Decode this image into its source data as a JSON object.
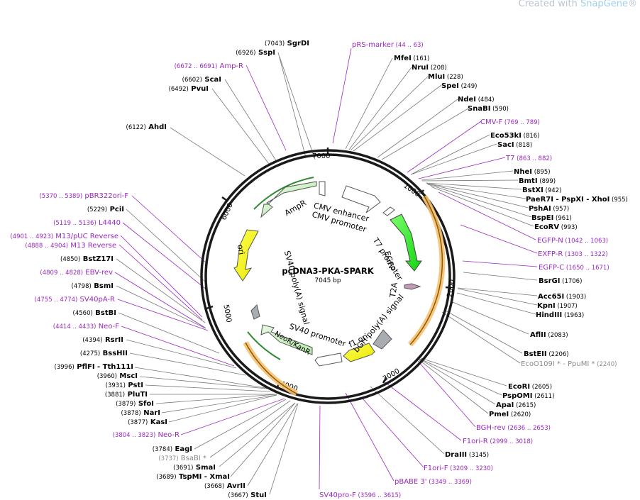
{
  "watermark": {
    "prefix": "Created with ",
    "brand": "SnapGene",
    "suffix": "®"
  },
  "plasmid": {
    "name": "pcDNA3-PKA-SPARK",
    "length_label": "7045 bp",
    "length": 7045
  },
  "colors": {
    "primer": "#9b27c2",
    "site": "#000000",
    "gray": "#8a8a8a",
    "backbone": "#1a1a1a",
    "orange": "#f0a12a"
  },
  "tick_labels": [
    "1000",
    "2000",
    "3000",
    "4000",
    "5000",
    "6000",
    "7000"
  ],
  "labels": [
    {
      "num": "(7043)",
      "name": "SgrDI",
      "range": "",
      "kind": "site"
    },
    {
      "num": "(6926)",
      "name": "SspI",
      "range": "",
      "kind": "site"
    },
    {
      "num": "",
      "name": "Amp-R",
      "range": "(6672 .. 6691)",
      "kind": "primer"
    },
    {
      "num": "(6602)",
      "name": "ScaI",
      "range": "",
      "kind": "site"
    },
    {
      "num": "(6492)",
      "name": "PvuI",
      "range": "",
      "kind": "site"
    },
    {
      "num": "(6122)",
      "name": "AhdI",
      "range": "",
      "kind": "site"
    },
    {
      "num": "",
      "name": "pBR322ori-F",
      "range": "(5370 .. 5389)",
      "kind": "primer"
    },
    {
      "num": "(5229)",
      "name": "PciI",
      "range": "",
      "kind": "site"
    },
    {
      "num": "",
      "name": "L4440",
      "range": "(5119 .. 5136)",
      "kind": "primer"
    },
    {
      "num": "",
      "name": "M13/pUC Reverse",
      "range": "(4901 .. 4923)",
      "kind": "primer"
    },
    {
      "num": "",
      "name": "M13 Reverse",
      "range": "(4888 .. 4904)",
      "kind": "primer"
    },
    {
      "num": "(4850)",
      "name": "BstZ17I",
      "range": "",
      "kind": "site"
    },
    {
      "num": "",
      "name": "EBV-rev",
      "range": "(4809 .. 4828)",
      "kind": "primer"
    },
    {
      "num": "(4798)",
      "name": "BsmI",
      "range": "",
      "kind": "site"
    },
    {
      "num": "",
      "name": "SV40pA-R",
      "range": "(4755 .. 4774)",
      "kind": "primer"
    },
    {
      "num": "(4560)",
      "name": "BstBI",
      "range": "",
      "kind": "site"
    },
    {
      "num": "",
      "name": "Neo-F",
      "range": "(4414 .. 4433)",
      "kind": "primer"
    },
    {
      "num": "(4394)",
      "name": "RsrII",
      "range": "",
      "kind": "site"
    },
    {
      "num": "(4275)",
      "name": "BssHII",
      "range": "",
      "kind": "site"
    },
    {
      "num": "(3996)",
      "name": "PflFI - Tth111I",
      "range": "",
      "kind": "site"
    },
    {
      "num": "(3960)",
      "name": "MscI",
      "range": "",
      "kind": "site"
    },
    {
      "num": "(3931)",
      "name": "PstI",
      "range": "",
      "kind": "site"
    },
    {
      "num": "(3881)",
      "name": "PluTI",
      "range": "",
      "kind": "site"
    },
    {
      "num": "(3879)",
      "name": "SfoI",
      "range": "",
      "kind": "site"
    },
    {
      "num": "(3878)",
      "name": "NarI",
      "range": "",
      "kind": "site"
    },
    {
      "num": "(3877)",
      "name": "KasI",
      "range": "",
      "kind": "site"
    },
    {
      "num": "",
      "name": "Neo-R",
      "range": "(3804 .. 3823)",
      "kind": "primer"
    },
    {
      "num": "(3784)",
      "name": "EagI",
      "range": "",
      "kind": "site"
    },
    {
      "num": "(3737)",
      "name": "BsaBI *",
      "range": "",
      "kind": "gray"
    },
    {
      "num": "(3691)",
      "name": "SmaI",
      "range": "",
      "kind": "site"
    },
    {
      "num": "(3689)",
      "name": "TspMI - XmaI",
      "range": "",
      "kind": "site"
    },
    {
      "num": "(3668)",
      "name": "AvrII",
      "range": "",
      "kind": "site"
    },
    {
      "num": "(3667)",
      "name": "StuI",
      "range": "",
      "kind": "site"
    },
    {
      "num": "",
      "name": "SV40pro-F",
      "range": "(3596 .. 3615)",
      "kind": "primer"
    },
    {
      "num": "",
      "name": "pRS-marker",
      "range": "(44 .. 63)",
      "kind": "primer"
    },
    {
      "num": "(161)",
      "name": "MfeI",
      "range": "",
      "kind": "site"
    },
    {
      "num": "(208)",
      "name": "NruI",
      "range": "",
      "kind": "site"
    },
    {
      "num": "(228)",
      "name": "MluI",
      "range": "",
      "kind": "site"
    },
    {
      "num": "(249)",
      "name": "SpeI",
      "range": "",
      "kind": "site"
    },
    {
      "num": "(484)",
      "name": "NdeI",
      "range": "",
      "kind": "site"
    },
    {
      "num": "(590)",
      "name": "SnaBI",
      "range": "",
      "kind": "site"
    },
    {
      "num": "",
      "name": "CMV-F",
      "range": "(769 .. 789)",
      "kind": "primer"
    },
    {
      "num": "(816)",
      "name": "Eco53kI",
      "range": "",
      "kind": "site"
    },
    {
      "num": "(818)",
      "name": "SacI",
      "range": "",
      "kind": "site"
    },
    {
      "num": "",
      "name": "T7",
      "range": "(863 .. 882)",
      "kind": "primer"
    },
    {
      "num": "(895)",
      "name": "NheI",
      "range": "",
      "kind": "site"
    },
    {
      "num": "(899)",
      "name": "BmtI",
      "range": "",
      "kind": "site"
    },
    {
      "num": "(942)",
      "name": "BstXI",
      "range": "",
      "kind": "site"
    },
    {
      "num": "(955)",
      "name": "PaeR7I - PspXI - XhoI",
      "range": "",
      "kind": "site"
    },
    {
      "num": "(957)",
      "name": "PshAI",
      "range": "",
      "kind": "site"
    },
    {
      "num": "(961)",
      "name": "BspEI",
      "range": "",
      "kind": "site"
    },
    {
      "num": "(993)",
      "name": "EcoRV",
      "range": "",
      "kind": "site"
    },
    {
      "num": "",
      "name": "EGFP-N",
      "range": "(1042 .. 1063)",
      "kind": "primer"
    },
    {
      "num": "",
      "name": "EXFP-R",
      "range": "(1303 .. 1322)",
      "kind": "primer"
    },
    {
      "num": "",
      "name": "EGFP-C",
      "range": "(1650 .. 1671)",
      "kind": "primer"
    },
    {
      "num": "(1706)",
      "name": "BsrGI",
      "range": "",
      "kind": "site"
    },
    {
      "num": "(1903)",
      "name": "Acc65I",
      "range": "",
      "kind": "site"
    },
    {
      "num": "(1907)",
      "name": "KpnI",
      "range": "",
      "kind": "site"
    },
    {
      "num": "(1963)",
      "name": "HindIII",
      "range": "",
      "kind": "site"
    },
    {
      "num": "(2083)",
      "name": "AflII",
      "range": "",
      "kind": "site"
    },
    {
      "num": "(2206)",
      "name": "BstEII",
      "range": "",
      "kind": "site"
    },
    {
      "num": "(2240)",
      "name": "EcoO109I * - PpuMI *",
      "range": "",
      "kind": "gray"
    },
    {
      "num": "(2605)",
      "name": "EcoRI",
      "range": "",
      "kind": "site"
    },
    {
      "num": "(2611)",
      "name": "PspOMI",
      "range": "",
      "kind": "site"
    },
    {
      "num": "(2615)",
      "name": "ApaI",
      "range": "",
      "kind": "site"
    },
    {
      "num": "(2620)",
      "name": "PmeI",
      "range": "",
      "kind": "site"
    },
    {
      "num": "",
      "name": "BGH-rev",
      "range": "(2636 .. 2653)",
      "kind": "primer"
    },
    {
      "num": "",
      "name": "F1ori-R",
      "range": "(2999 .. 3018)",
      "kind": "primer"
    },
    {
      "num": "(3145)",
      "name": "DraIII",
      "range": "",
      "kind": "site"
    },
    {
      "num": "",
      "name": "F1ori-F",
      "range": "(3209 .. 3230)",
      "kind": "primer"
    },
    {
      "num": "",
      "name": "pBABE 3'",
      "range": "(3349 .. 3369)",
      "kind": "primer"
    }
  ],
  "features": {
    "cmv_enhancer": "CMV enhancer",
    "cmv_promoter": "CMV promoter",
    "t7_promoter": "T7 promoter",
    "egfp": "EGFP",
    "t2a": "T2A",
    "bgh": "bGH poly(A) signal",
    "f1ori": "f1 ori",
    "sv40_promoter": "SV40 promoter",
    "neor": "NeoR/KanR",
    "sv40_polya": "SV40 poly(A) signal",
    "ori": "ori",
    "ampr": "AmpR"
  }
}
